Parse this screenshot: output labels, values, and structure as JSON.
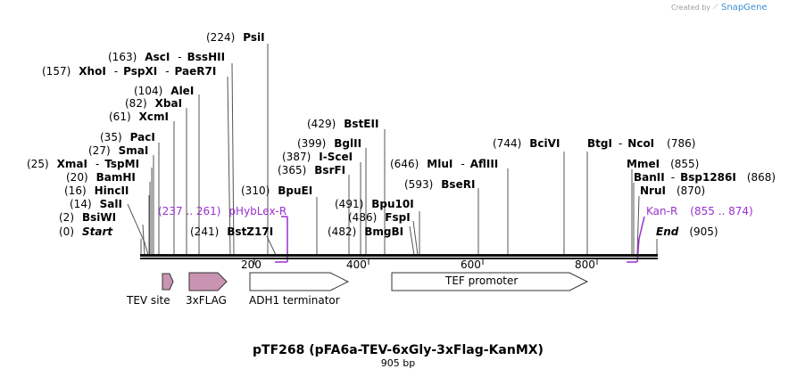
{
  "credit": {
    "created_by": "Created by",
    "brand": "SnapGene"
  },
  "map": {
    "title": "pTF268 (pFA6a-TEV-6xGly-3xFlag-KanMX)",
    "subtitle": "905 bp",
    "ruler_ticks": [
      "200",
      "400",
      "600",
      "800"
    ]
  },
  "sites": [
    {
      "pos": "(0)",
      "name": "Start"
    },
    {
      "pos": "(2)",
      "name": "BsiWI"
    },
    {
      "pos": "(14)",
      "name": "SalI"
    },
    {
      "pos": "(16)",
      "name": "HincII"
    },
    {
      "pos": "(20)",
      "name": "BamHI"
    },
    {
      "pos": "(25)",
      "name": "XmaI",
      "name2": "TspMI"
    },
    {
      "pos": "(27)",
      "name": "SmaI"
    },
    {
      "pos": "(35)",
      "name": "PacI"
    },
    {
      "pos": "(61)",
      "name": "XcmI"
    },
    {
      "pos": "(82)",
      "name": "XbaI"
    },
    {
      "pos": "(104)",
      "name": "AleI"
    },
    {
      "pos": "(157)",
      "name": "XhoI",
      "name2": "PspXI",
      "name3": "PaeR7I"
    },
    {
      "pos": "(163)",
      "name": "AscI",
      "name2": "BssHII"
    },
    {
      "pos": "(224)",
      "name": "PsiI"
    },
    {
      "pos": "(241)",
      "name": "BstZ17I"
    },
    {
      "pos": "(310)",
      "name": "BpuEI"
    },
    {
      "pos": "(365)",
      "name": "BsrFI"
    },
    {
      "pos": "(387)",
      "name": "I-SceI"
    },
    {
      "pos": "(399)",
      "name": "BglII"
    },
    {
      "pos": "(429)",
      "name": "BstEII"
    },
    {
      "pos": "(482)",
      "name": "BmgBI"
    },
    {
      "pos": "(486)",
      "name": "FspI"
    },
    {
      "pos": "(491)",
      "name": "Bpu10I"
    },
    {
      "pos": "(593)",
      "name": "BseRI"
    },
    {
      "pos": "(646)",
      "name": "MluI",
      "name2": "AflIII"
    },
    {
      "pos": "(744)",
      "name": "BciVI"
    },
    {
      "name": "BtgI",
      "name2": "NcoI",
      "pos": "(786)"
    },
    {
      "name": "MmeI",
      "pos": "(855)"
    },
    {
      "name": "BanII",
      "name2": "Bsp1286I",
      "pos": "(868)"
    },
    {
      "name": "NruI",
      "pos": "(870)"
    },
    {
      "name": "End",
      "pos": "(905)"
    }
  ],
  "primers": [
    {
      "range": "(237 .. 261)",
      "name": "pHybLex-R"
    },
    {
      "name": "Kan-R",
      "range": "(855 .. 874)"
    }
  ],
  "features": [
    {
      "name": "TEV site"
    },
    {
      "name": "3xFLAG"
    },
    {
      "name": "ADH1 terminator"
    },
    {
      "name": "TEF promoter"
    }
  ],
  "colors": {
    "feature_fill": "#c994b2",
    "primer": "#9b30d0",
    "line": "#555555"
  }
}
